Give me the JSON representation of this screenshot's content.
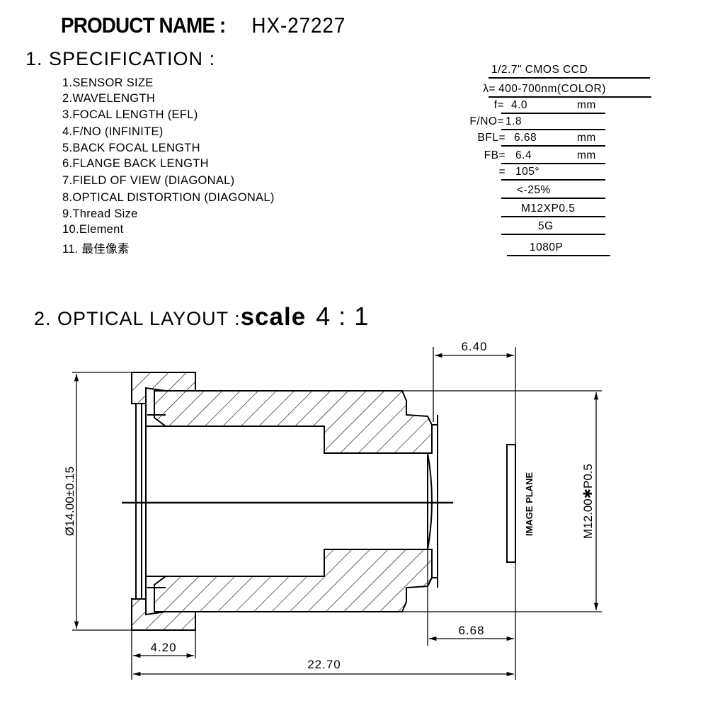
{
  "product": {
    "label": "PRODUCT NAME :",
    "value": "HX-27227"
  },
  "spec": {
    "heading": "1.  SPECIFICATION  :",
    "items": [
      "1.SENSOR SIZE",
      "2.WAVELENGTH",
      "3.FOCAL LENGTH (EFL)",
      "4.F/NO (INFINITE)",
      "5.BACK FOCAL LENGTH",
      "6.FLANGE BACK LENGTH",
      "7.FIELD OF VIEW (DIAGONAL)",
      "8.OPTICAL DISTORTION (DIAGONAL)",
      "9.Thread Size",
      "10.Element",
      "11. 最佳像素"
    ],
    "values": [
      {
        "prefix": "",
        "value": "1/2.7\"  CMOS    CCD",
        "unit": ""
      },
      {
        "prefix": "λ=",
        "value": "400-700nm(COLOR)",
        "unit": ""
      },
      {
        "prefix": "f=",
        "value": "4.0",
        "unit": "mm"
      },
      {
        "prefix": "F/NO=",
        "value": "1.8",
        "unit": ""
      },
      {
        "prefix": "BFL=",
        "value": "6.68",
        "unit": "mm"
      },
      {
        "prefix": "FB=",
        "value": "6.4",
        "unit": "mm"
      },
      {
        "prefix": "=",
        "value": "105°",
        "unit": ""
      },
      {
        "prefix": "",
        "value": "<-25%",
        "unit": ""
      },
      {
        "prefix": "",
        "value": "M12XP0.5",
        "unit": ""
      },
      {
        "prefix": "",
        "value": "5G",
        "unit": ""
      },
      {
        "prefix": "",
        "value": "1080P",
        "unit": ""
      }
    ]
  },
  "layout": {
    "heading": "2.  OPTICAL  LAYOUT  :",
    "scale_label": "scale",
    "scale_value": "4 : 1"
  },
  "drawing": {
    "dim_top": "6.40",
    "dim_bfl": "6.68",
    "dim_flange": "4.20",
    "dim_total": "22.70",
    "dim_outer_dia": "Ø14.00±0.15",
    "dim_thread": "M12.00✱P0.5",
    "image_plane": "IMAGE PLANE"
  }
}
